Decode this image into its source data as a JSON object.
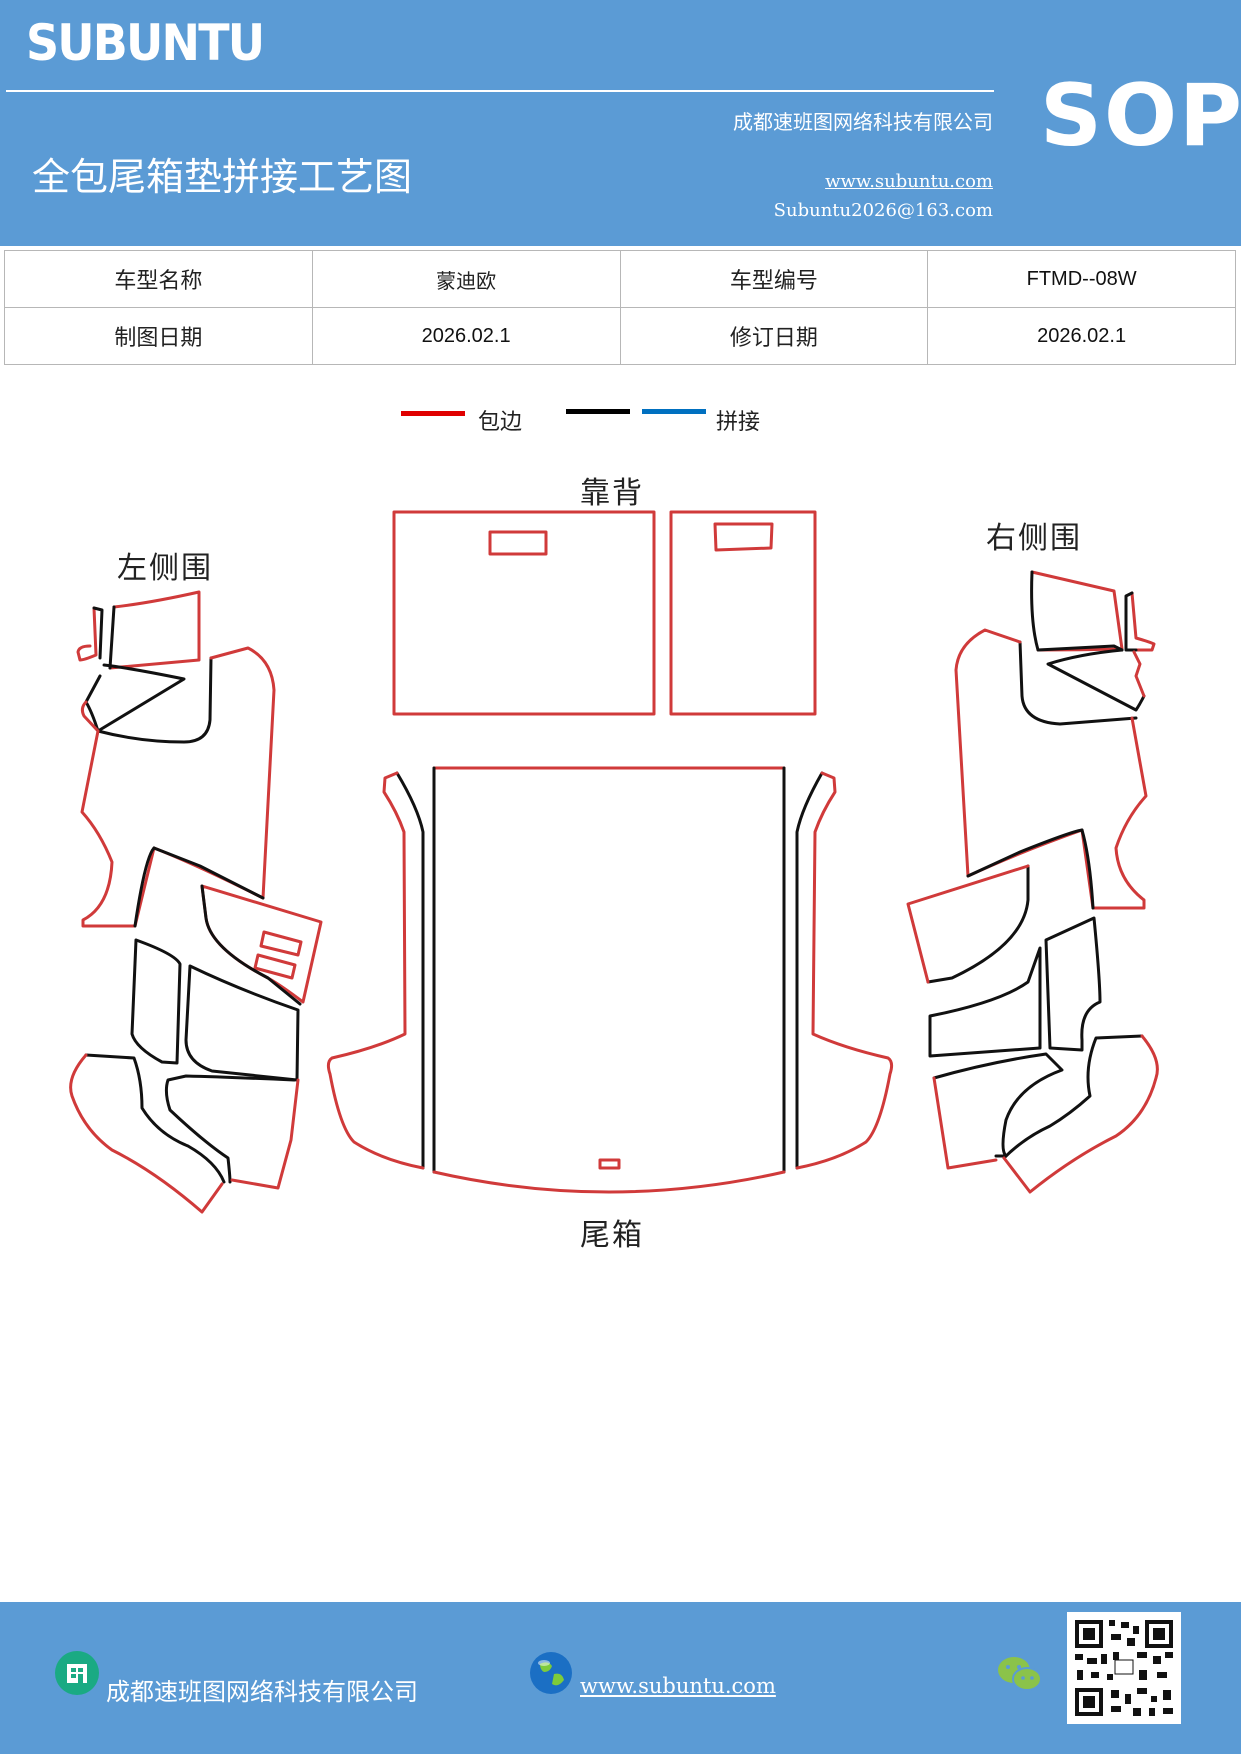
{
  "header": {
    "brand": "SUBUNTU",
    "sop": "SOP",
    "company": "成都速班图网络科技有限公司",
    "title": "全包尾箱垫拼接工艺图",
    "website": "www.subuntu.com",
    "email": "Subuntu2026@163.com"
  },
  "info_table": {
    "model_name_label": "车型名称",
    "model_name_value": "蒙迪欧",
    "model_code_label": "车型编号",
    "model_code_value": "FTMD--08W",
    "draw_date_label": "制图日期",
    "draw_date_value": "2026.02.1",
    "revise_date_label": "修订日期",
    "revise_date_value": "2026.02.1"
  },
  "legend": {
    "binding_label": "包边",
    "binding_color": "#e00000",
    "black_color": "#000000",
    "splice_label": "拼接",
    "splice_color": "#0070c0"
  },
  "diagram": {
    "backrest_label": "靠背",
    "left_side_label": "左侧围",
    "right_side_label": "右侧围",
    "trunk_label": "尾箱",
    "edge_color": "#d03a3a",
    "seam_color": "#111111"
  },
  "footer": {
    "company": "成都速班图网络科技有限公司",
    "website": "www.subuntu.com "
  }
}
